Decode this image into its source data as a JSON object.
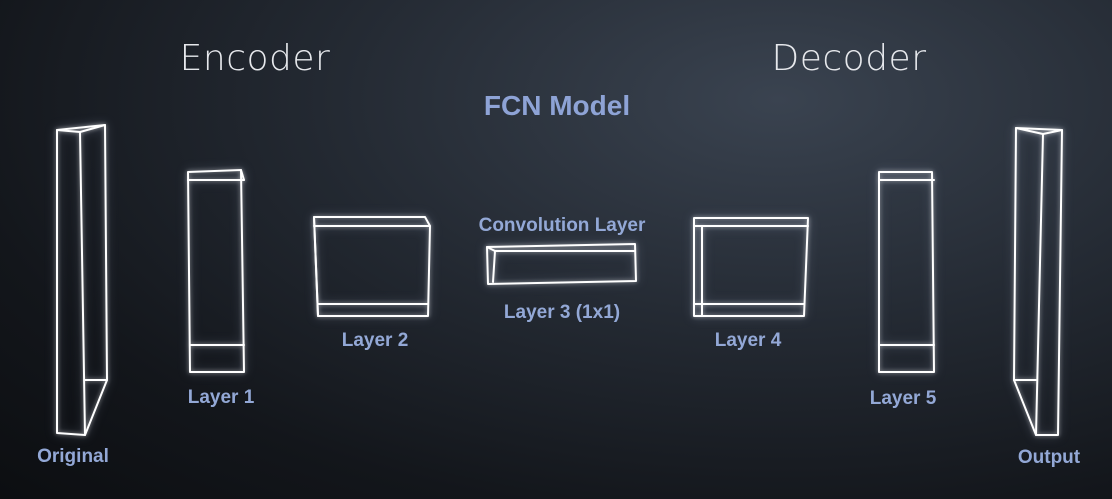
{
  "headings": {
    "encoder": "Encoder",
    "decoder": "Decoder"
  },
  "title": "FCN Model",
  "labels": {
    "original": "Original",
    "layer1": "Layer 1",
    "layer2": "Layer 2",
    "conv_layer": "Convolution Layer",
    "layer3": "Layer 3 (1x1)",
    "layer4": "Layer 4",
    "layer5": "Layer 5",
    "output": "Output"
  }
}
